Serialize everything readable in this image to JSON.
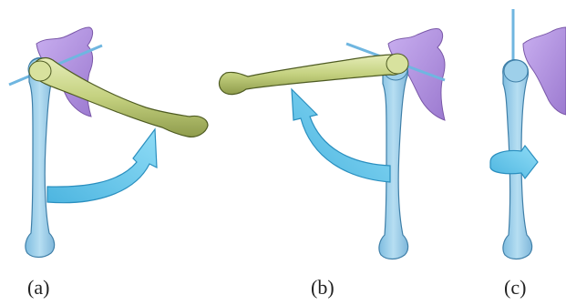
{
  "figure": {
    "panels": [
      {
        "id": "a",
        "label": "(a)",
        "motion": "abduction"
      },
      {
        "id": "b",
        "label": "(b)",
        "motion": "flexion"
      },
      {
        "id": "c",
        "label": "(c)",
        "motion": "rotation"
      }
    ],
    "colors": {
      "resting_bone": "#a8d4ec",
      "resting_bone_outline": "#3f7fa8",
      "moved_bone": "#c9d68a",
      "moved_bone_outline": "#4e5b22",
      "scapula": "#b89ae0",
      "scapula_outline": "#7a58a8",
      "arrow": "#5cc3e8",
      "arrow_outline": "#2a8fbf",
      "axis_rod": "#6fb6e0"
    }
  }
}
